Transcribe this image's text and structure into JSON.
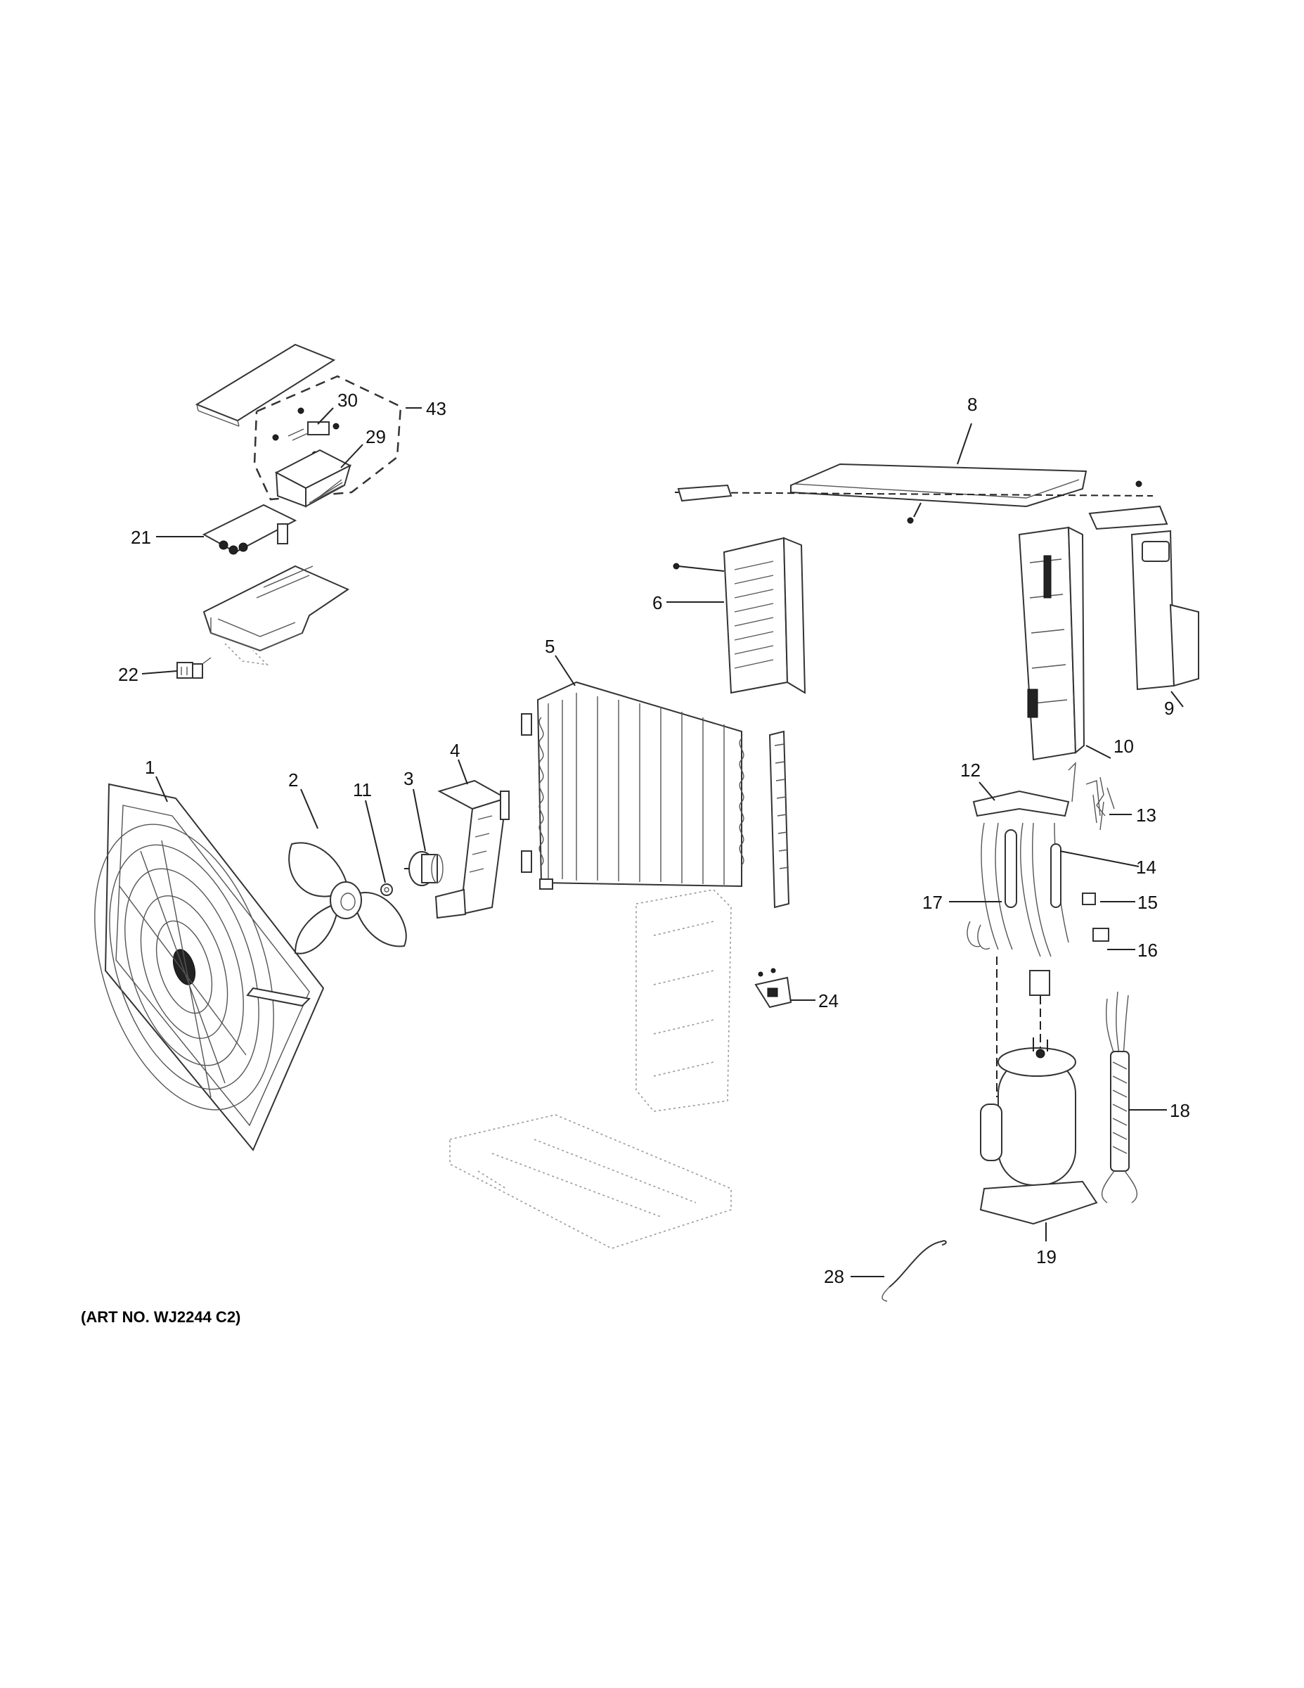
{
  "art_number": "(ART NO. WJ2244 C2)",
  "callouts": [
    {
      "id": "p1",
      "label": "1"
    },
    {
      "id": "p2",
      "label": "2"
    },
    {
      "id": "p3",
      "label": "3"
    },
    {
      "id": "p4",
      "label": "4"
    },
    {
      "id": "p5",
      "label": "5"
    },
    {
      "id": "p6",
      "label": "6"
    },
    {
      "id": "p8",
      "label": "8"
    },
    {
      "id": "p9",
      "label": "9"
    },
    {
      "id": "p10",
      "label": "10"
    },
    {
      "id": "p11",
      "label": "11"
    },
    {
      "id": "p12",
      "label": "12"
    },
    {
      "id": "p13",
      "label": "13"
    },
    {
      "id": "p14",
      "label": "14"
    },
    {
      "id": "p15",
      "label": "15"
    },
    {
      "id": "p16",
      "label": "16"
    },
    {
      "id": "p17",
      "label": "17"
    },
    {
      "id": "p18",
      "label": "18"
    },
    {
      "id": "p19",
      "label": "19"
    },
    {
      "id": "p21",
      "label": "21"
    },
    {
      "id": "p22",
      "label": "22"
    },
    {
      "id": "p24",
      "label": "24"
    },
    {
      "id": "p28",
      "label": "28"
    },
    {
      "id": "p29",
      "label": "29"
    },
    {
      "id": "p30",
      "label": "30"
    },
    {
      "id": "p43",
      "label": "43"
    }
  ]
}
